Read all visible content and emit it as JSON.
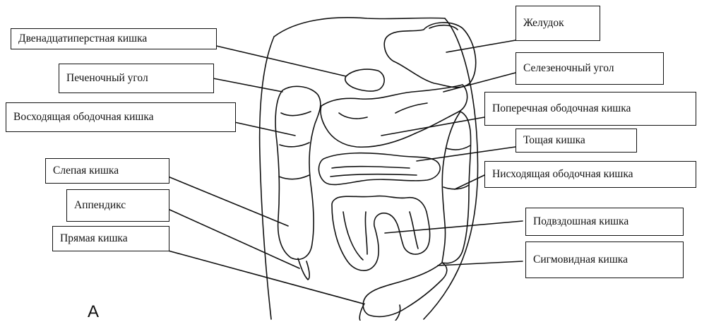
{
  "figure_letter": "А",
  "labels": {
    "duodenum": "Двенадцатиперстная кишка",
    "hepatic_flexure": "Печеночный угол",
    "ascending_colon": "Восходящая ободочная кишка",
    "cecum": "Слепая кишка",
    "appendix": "Аппендикс",
    "rectum": "Прямая кишка",
    "stomach": "Желудок",
    "splenic_flexure": "Селезеночный угол",
    "transverse_colon": "Поперечная ободочная кишка",
    "jejunum": "Тощая кишка",
    "descending_colon": "Нисходящая ободочная кишка",
    "ileum": "Подвздошная кишка",
    "sigmoid_colon": "Сигмовидная кишка"
  }
}
